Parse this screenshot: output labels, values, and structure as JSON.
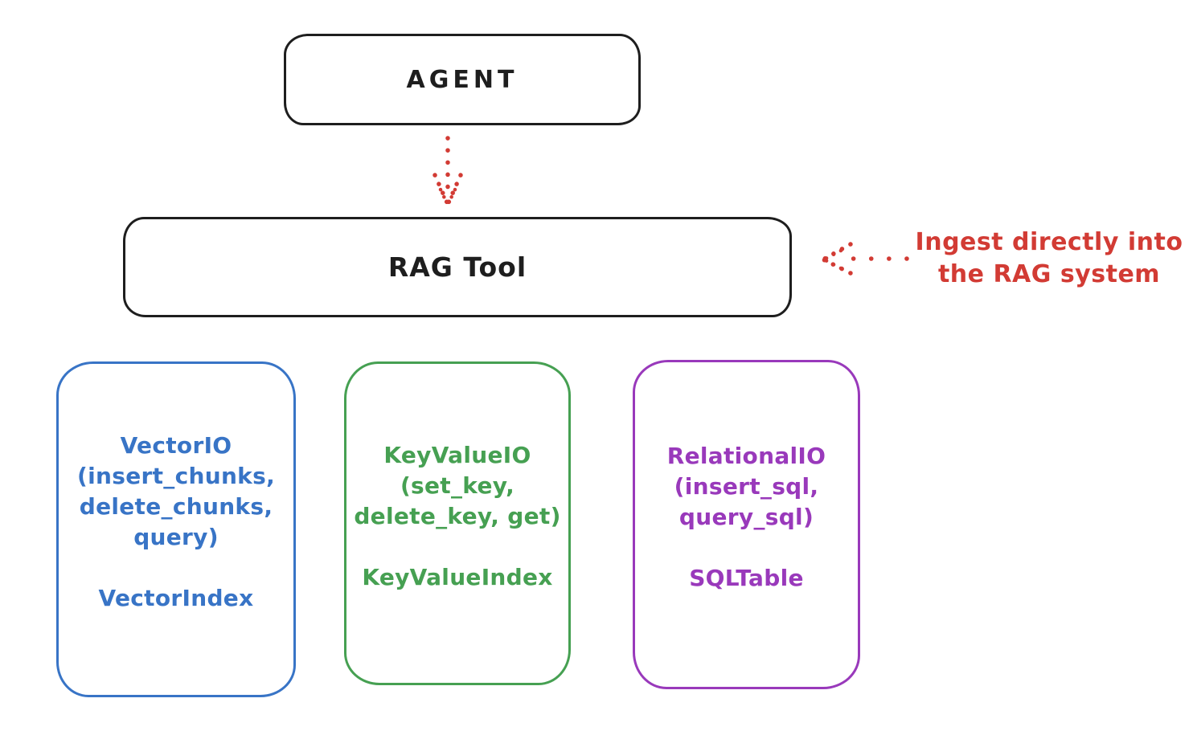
{
  "agent": {
    "label": "AGENT"
  },
  "rag_tool": {
    "label": "RAG Tool"
  },
  "annotation": {
    "line1": "Ingest directly into",
    "line2": "the RAG system"
  },
  "stores": [
    {
      "name": "vector-io",
      "lines": [
        "VectorIO",
        "(insert_chunks,",
        "delete_chunks,",
        "query)"
      ],
      "index": "VectorIndex",
      "color": "#3874c6"
    },
    {
      "name": "key-value-io",
      "lines": [
        "KeyValueIO",
        "(set_key,",
        "delete_key, get)"
      ],
      "index": "KeyValueIndex",
      "color": "#46a052"
    },
    {
      "name": "relational-io",
      "lines": [
        "RelationalIO",
        "(insert_sql,",
        "query_sql)"
      ],
      "index": "SQLTable",
      "color": "#9939bb"
    }
  ],
  "arrows": [
    {
      "name": "agent-to-rag-tool",
      "style": "dotted",
      "direction": "down",
      "color": "#d23b34"
    },
    {
      "name": "annotation-to-rag-tool",
      "style": "dotted",
      "direction": "left",
      "color": "#d23b34"
    }
  ],
  "colors": {
    "stroke_black": "#1e1e1e",
    "red": "#d23b34",
    "blue": "#3874c6",
    "green": "#46a052",
    "purple": "#9939bb",
    "background": "#ffffff"
  }
}
